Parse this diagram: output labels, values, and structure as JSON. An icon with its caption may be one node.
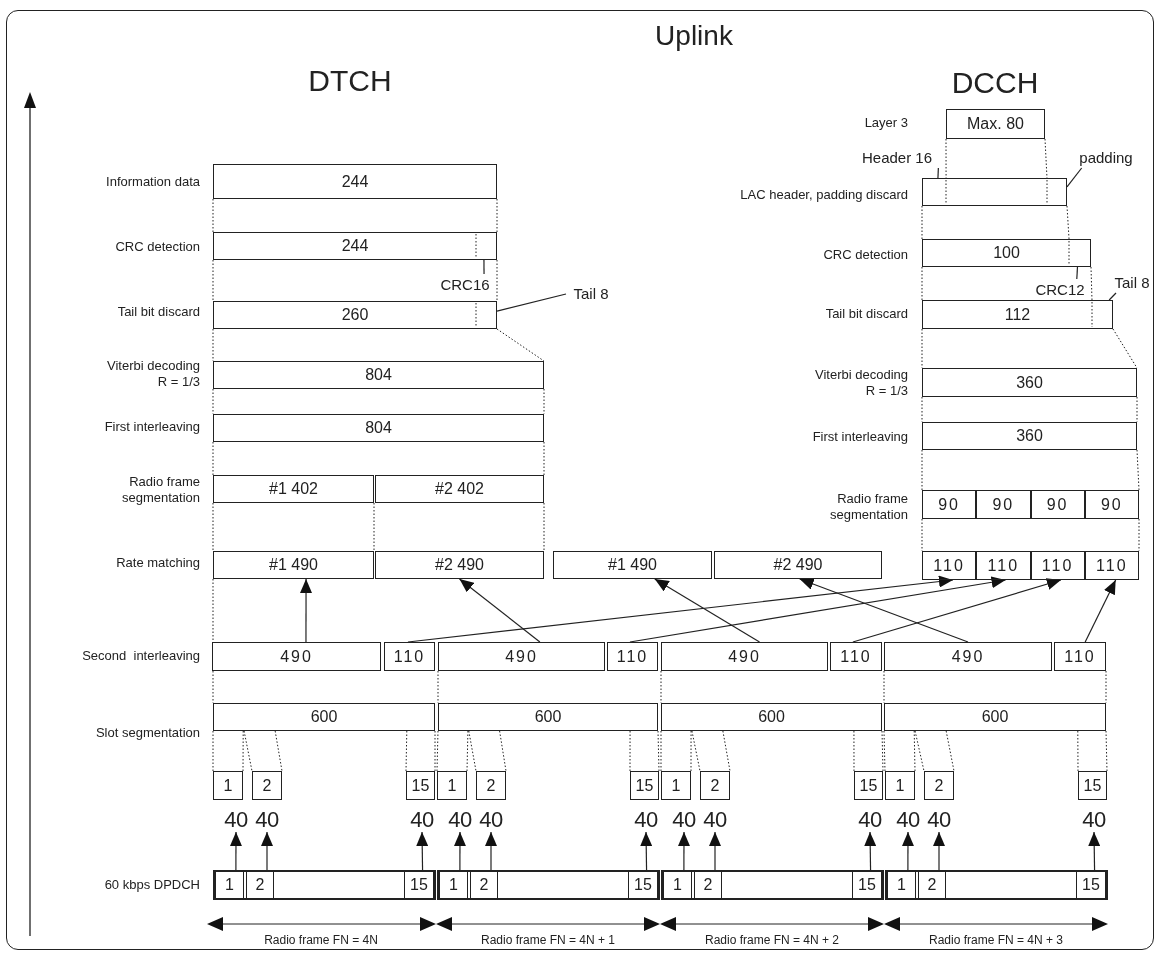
{
  "diagram": {
    "title": "Uplink",
    "nodes": [
      {
        "text": [
          "244"
        ]
      },
      {
        "text": [
          "244"
        ]
      },
      {
        "text": [
          "260"
        ]
      },
      {
        "text": [
          "804"
        ]
      },
      {
        "text": [
          "804"
        ]
      },
      {
        "text": [
          "#1 402"
        ]
      },
      {
        "text": [
          "#2 402"
        ]
      },
      {
        "text": [
          "#1 490"
        ]
      },
      {
        "text": [
          "#2 490"
        ]
      },
      {
        "text": [
          "#1 490"
        ]
      },
      {
        "text": [
          "#2 490"
        ]
      },
      {
        "text": [
          "Max. 80"
        ]
      },
      {
        "text": [],
        "shape": "box"
      },
      {
        "text": [
          "100"
        ]
      },
      {
        "text": [
          "112"
        ]
      },
      {
        "text": [
          "360"
        ]
      },
      {
        "text": [
          "360"
        ]
      },
      {
        "text": [
          "90"
        ]
      },
      {
        "text": [
          "90"
        ]
      },
      {
        "text": [
          "90"
        ]
      },
      {
        "text": [
          "90"
        ]
      },
      {
        "text": [
          "110"
        ]
      },
      {
        "text": [
          "110"
        ]
      },
      {
        "text": [
          "110"
        ]
      },
      {
        "text": [
          "110"
        ]
      },
      {
        "text": [
          "490"
        ]
      },
      {
        "text": [
          "110"
        ]
      },
      {
        "text": [
          "490"
        ]
      },
      {
        "text": [
          "110"
        ]
      },
      {
        "text": [
          "490"
        ]
      },
      {
        "text": [
          "110"
        ]
      },
      {
        "text": [
          "490"
        ]
      },
      {
        "text": [
          "110"
        ]
      },
      {
        "text": [
          "600"
        ]
      },
      {
        "text": [
          "600"
        ]
      },
      {
        "text": [
          "600"
        ]
      },
      {
        "text": [
          "600"
        ]
      },
      {
        "text": [
          "1"
        ]
      },
      {
        "text": [
          "2"
        ]
      },
      {
        "text": [
          "15"
        ]
      },
      {
        "text": [
          "1"
        ]
      },
      {
        "text": [
          "2"
        ]
      },
      {
        "text": [
          "15"
        ]
      },
      {
        "text": [
          "1"
        ]
      },
      {
        "text": [
          "2"
        ]
      },
      {
        "text": [
          "15"
        ]
      },
      {
        "text": [
          "1"
        ]
      },
      {
        "text": [
          "2"
        ]
      },
      {
        "text": [
          "15"
        ]
      },
      {
        "text": [],
        "shape": "bar"
      },
      {
        "text": [
          "1"
        ],
        "in": 49
      },
      {
        "text": [
          "2"
        ],
        "in": 49
      },
      {
        "text": [
          "15"
        ],
        "in": 49
      },
      {
        "text": [],
        "shape": "bar"
      },
      {
        "text": [
          "1"
        ],
        "in": 53
      },
      {
        "text": [
          "2"
        ],
        "in": 53
      },
      {
        "text": [
          "15"
        ],
        "in": 53
      },
      {
        "text": [],
        "shape": "bar"
      },
      {
        "text": [
          "1"
        ],
        "in": 57
      },
      {
        "text": [
          "2"
        ],
        "in": 57
      },
      {
        "text": [
          "15"
        ],
        "in": 57
      },
      {
        "text": [],
        "shape": "bar"
      },
      {
        "text": [
          "1"
        ],
        "in": 61
      },
      {
        "text": [
          "2"
        ],
        "in": 61
      },
      {
        "text": [
          "15"
        ],
        "in": 61
      },
      {
        "text": [
          "40"
        ]
      },
      {
        "text": [
          "40"
        ]
      },
      {
        "text": [
          "40"
        ]
      },
      {
        "text": [
          "40"
        ]
      },
      {
        "text": [
          "40"
        ]
      },
      {
        "text": [
          "40"
        ]
      },
      {
        "text": [
          "40"
        ]
      },
      {
        "text": [
          "40"
        ]
      },
      {
        "text": [
          "40"
        ]
      },
      {
        "text": [
          "40"
        ]
      },
      {
        "text": [
          "40"
        ]
      },
      {
        "text": [
          "40"
        ]
      },
      {
        "text": [
          "CRC16"
        ]
      },
      {
        "text": [
          "Tail 8"
        ]
      },
      {
        "text": [
          "Header 16"
        ]
      },
      {
        "text": [
          "padding"
        ]
      },
      {
        "text": [
          "CRC12"
        ]
      },
      {
        "text": [
          "Tail 8"
        ]
      }
    ],
    "edges": [
      {
        "from": 25,
        "to": 7,
        "arrow": "to"
      },
      {
        "from": 26,
        "to": 21,
        "arrow": "to"
      },
      {
        "from": 27,
        "to": 8,
        "arrow": "to"
      },
      {
        "from": 28,
        "to": 22,
        "arrow": "to"
      },
      {
        "from": 29,
        "to": 9,
        "arrow": "to"
      },
      {
        "from": 30,
        "to": 23,
        "arrow": "to"
      },
      {
        "from": 31,
        "to": 10,
        "arrow": "to"
      },
      {
        "from": 32,
        "to": 24,
        "arrow": "to"
      },
      {
        "from": 50,
        "to": 65,
        "arrow": "to"
      },
      {
        "from": 51,
        "to": 66,
        "arrow": "to"
      },
      {
        "from": 52,
        "to": 67,
        "arrow": "to"
      },
      {
        "from": 54,
        "to": 68,
        "arrow": "to"
      },
      {
        "from": 55,
        "to": 69,
        "arrow": "to"
      },
      {
        "from": 56,
        "to": 70,
        "arrow": "to"
      },
      {
        "from": 58,
        "to": 71,
        "arrow": "to"
      },
      {
        "from": 59,
        "to": 72,
        "arrow": "to"
      },
      {
        "from": 60,
        "to": 73,
        "arrow": "to"
      },
      {
        "from": 62,
        "to": 74,
        "arrow": "to"
      },
      {
        "from": 63,
        "to": 75,
        "arrow": "to"
      },
      {
        "from": 64,
        "to": 76,
        "arrow": "to"
      },
      {
        "from": 77,
        "to": 1,
        "arrow": "none"
      },
      {
        "from": 78,
        "to": 2,
        "arrow": "none"
      },
      {
        "from": 79,
        "to": 12,
        "arrow": "none"
      },
      {
        "from": 80,
        "to": 12,
        "arrow": "none"
      },
      {
        "from": 81,
        "to": 13,
        "arrow": "none"
      },
      {
        "from": 82,
        "to": 14,
        "arrow": "none"
      },
      {
        "from": 0,
        "to": 1,
        "arrow": "none",
        "style": "dashed"
      },
      {
        "from": 0,
        "to": 1,
        "arrow": "none",
        "style": "dashed"
      },
      {
        "from": 1,
        "to": 2,
        "arrow": "none",
        "style": "dashed"
      },
      {
        "from": 1,
        "to": 2,
        "arrow": "none",
        "style": "dashed"
      },
      {
        "from": 2,
        "to": 3,
        "arrow": "none",
        "style": "dashed"
      },
      {
        "from": 2,
        "to": 3,
        "arrow": "none",
        "style": "dashed"
      },
      {
        "from": 3,
        "to": 4,
        "arrow": "none",
        "style": "dashed"
      },
      {
        "from": 3,
        "to": 4,
        "arrow": "none",
        "style": "dashed"
      },
      {
        "from": 4,
        "to": 5,
        "arrow": "none",
        "style": "dashed"
      },
      {
        "from": 4,
        "to": 6,
        "arrow": "none",
        "style": "dashed"
      },
      {
        "from": 5,
        "to": 7,
        "arrow": "none",
        "style": "dashed"
      },
      {
        "from": 5,
        "to": 7,
        "arrow": "none",
        "style": "dashed"
      },
      {
        "from": 6,
        "to": 8,
        "arrow": "none",
        "style": "dashed"
      },
      {
        "from": 7,
        "to": 25,
        "arrow": "none",
        "style": "dashed"
      },
      {
        "from": 25,
        "to": 33,
        "arrow": "none",
        "style": "dashed"
      },
      {
        "from": 27,
        "to": 34,
        "arrow": "none",
        "style": "dashed"
      },
      {
        "from": 29,
        "to": 35,
        "arrow": "none",
        "style": "dashed"
      },
      {
        "from": 31,
        "to": 36,
        "arrow": "none",
        "style": "dashed"
      },
      {
        "from": 32,
        "to": 36,
        "arrow": "none",
        "style": "dashed"
      },
      {
        "from": 33,
        "to": 37,
        "arrow": "none",
        "style": "dashed"
      },
      {
        "from": 33,
        "to": 37,
        "arrow": "none",
        "style": "dashed"
      },
      {
        "from": 33,
        "to": 38,
        "arrow": "none",
        "style": "dashed"
      },
      {
        "from": 33,
        "to": 38,
        "arrow": "none",
        "style": "dashed"
      },
      {
        "from": 33,
        "to": 39,
        "arrow": "none",
        "style": "dashed"
      },
      {
        "from": 33,
        "to": 39,
        "arrow": "none",
        "style": "dashed"
      },
      {
        "from": 34,
        "to": 40,
        "arrow": "none",
        "style": "dashed"
      },
      {
        "from": 34,
        "to": 40,
        "arrow": "none",
        "style": "dashed"
      },
      {
        "from": 34,
        "to": 41,
        "arrow": "none",
        "style": "dashed"
      },
      {
        "from": 34,
        "to": 41,
        "arrow": "none",
        "style": "dashed"
      },
      {
        "from": 34,
        "to": 42,
        "arrow": "none",
        "style": "dashed"
      },
      {
        "from": 34,
        "to": 42,
        "arrow": "none",
        "style": "dashed"
      },
      {
        "from": 35,
        "to": 43,
        "arrow": "none",
        "style": "dashed"
      },
      {
        "from": 35,
        "to": 43,
        "arrow": "none",
        "style": "dashed"
      },
      {
        "from": 35,
        "to": 44,
        "arrow": "none",
        "style": "dashed"
      },
      {
        "from": 35,
        "to": 44,
        "arrow": "none",
        "style": "dashed"
      },
      {
        "from": 35,
        "to": 45,
        "arrow": "none",
        "style": "dashed"
      },
      {
        "from": 35,
        "to": 45,
        "arrow": "none",
        "style": "dashed"
      },
      {
        "from": 36,
        "to": 46,
        "arrow": "none",
        "style": "dashed"
      },
      {
        "from": 36,
        "to": 46,
        "arrow": "none",
        "style": "dashed"
      },
      {
        "from": 36,
        "to": 47,
        "arrow": "none",
        "style": "dashed"
      },
      {
        "from": 36,
        "to": 47,
        "arrow": "none",
        "style": "dashed"
      },
      {
        "from": 36,
        "to": 48,
        "arrow": "none",
        "style": "dashed"
      },
      {
        "from": 36,
        "to": 48,
        "arrow": "none",
        "style": "dashed"
      },
      {
        "from": 11,
        "to": 12,
        "arrow": "none",
        "style": "dashed"
      },
      {
        "from": 11,
        "to": 12,
        "arrow": "none",
        "style": "dashed"
      },
      {
        "from": 12,
        "to": 13,
        "arrow": "none",
        "style": "dashed"
      },
      {
        "from": 12,
        "to": 13,
        "arrow": "none",
        "style": "dashed"
      },
      {
        "from": 13,
        "to": 14,
        "arrow": "none",
        "style": "dashed"
      },
      {
        "from": 13,
        "to": 14,
        "arrow": "none",
        "style": "dashed"
      },
      {
        "from": 14,
        "to": 15,
        "arrow": "none",
        "style": "dashed"
      },
      {
        "from": 14,
        "to": 15,
        "arrow": "none",
        "style": "dashed"
      },
      {
        "from": 15,
        "to": 16,
        "arrow": "none",
        "style": "dashed"
      },
      {
        "from": 15,
        "to": 16,
        "arrow": "none",
        "style": "dashed"
      },
      {
        "from": 16,
        "to": 17,
        "arrow": "none",
        "style": "dashed"
      },
      {
        "from": 16,
        "to": 20,
        "arrow": "none",
        "style": "dashed"
      },
      {
        "from": 17,
        "to": 21,
        "arrow": "none",
        "style": "dashed"
      },
      {
        "from": 20,
        "to": 24,
        "arrow": "none",
        "style": "dashed"
      }
    ],
    "labels": [
      "DTCH",
      "DCCH",
      "Layer 3",
      "Information data",
      "LAC header, padding discard",
      "CRC detection",
      "CRC detection",
      "Tail bit discard",
      "Tail bit discard",
      "Viterbi decoding R = 1/3",
      "Viterbi decoding R = 1/3",
      "First interleaving",
      "First interleaving",
      "Radio frame segmentation",
      "Radio frame segmentation",
      "Rate matching",
      "Second  interleaving",
      "Slot segmentation",
      "60 kbps DPDCH",
      "Radio frame FN = 4N",
      "Radio frame FN = 4N + 1",
      "Radio frame FN = 4N + 2",
      "Radio frame FN = 4N + 3"
    ]
  }
}
